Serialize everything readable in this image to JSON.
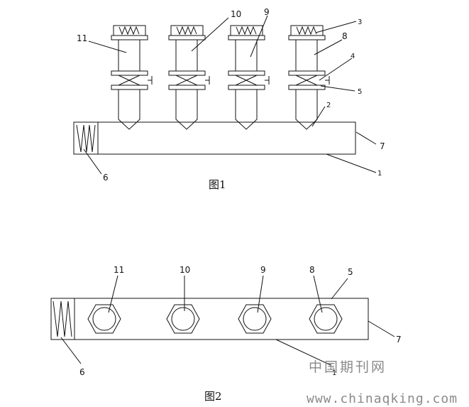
{
  "figure1": {
    "caption": "图1",
    "labels": {
      "one": "1",
      "two": "2",
      "three": "3",
      "four": "4",
      "five": "5",
      "six": "6",
      "seven": "7",
      "eight": "8",
      "nine": "9",
      "ten": "10",
      "eleven": "11"
    }
  },
  "figure2": {
    "caption": "图2",
    "labels": {
      "one": "1",
      "five": "5",
      "six": "6",
      "seven": "7",
      "eight": "8",
      "nine": "9",
      "ten": "10",
      "eleven": "11"
    }
  },
  "watermark": {
    "cn": "中国期刊网",
    "url": "www.chinaqking.com"
  },
  "colors": {
    "line": "#111111",
    "watermark": "#8a8a8a"
  }
}
